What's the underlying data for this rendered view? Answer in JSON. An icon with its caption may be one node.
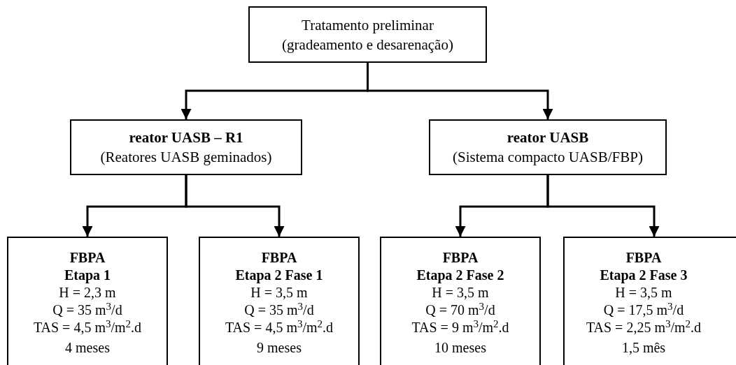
{
  "diagram": {
    "nodes": [
      {
        "text": [
          "Tratamento preliminar (gradeamento e desarenação)"
        ]
      },
      {
        "text": [
          "reator UASB – R1",
          "(Reatores UASB geminados)"
        ]
      },
      {
        "text": [
          "reator UASB",
          "(Sistema compacto UASB/FBP)"
        ]
      },
      {
        "text": [
          "FBPA",
          "Etapa 1",
          "H = 2,3 m",
          "Q = 35 m$^{3}$/d",
          "TAS = 4,5 m$^{3}$/m$^{2}$.d",
          "4 meses"
        ]
      },
      {
        "text": [
          "FBPA",
          "Etapa 2 Fase 1",
          "H = 3,5 m",
          "Q = 35 m$^{3}$/d",
          "TAS = 4,5 m$^{3}$/m$^{2}$.d",
          "9 meses"
        ]
      },
      {
        "text": [
          "FBPA",
          "Etapa 2 Fase 2",
          "H = 3,5 m",
          "Q = 70 m$^{3}$/d",
          "TAS = 9 m$^{3}$/m$^{2}$.d",
          "10 meses"
        ]
      },
      {
        "text": [
          "FBPA",
          "Etapa 2 Fase 3",
          "H = 3,5 m",
          "Q = 17,5 m$^{3}$/d",
          "TAS = 2,25 m$^{3}$/m$^{2}$.d",
          "1,5 mês"
        ]
      }
    ],
    "edges": [
      {
        "from": 0,
        "to": 1,
        "arrow": "to"
      },
      {
        "from": 0,
        "to": 2,
        "arrow": "to"
      },
      {
        "from": 1,
        "to": 3,
        "arrow": "to"
      },
      {
        "from": 1,
        "to": 4,
        "arrow": "to"
      },
      {
        "from": 2,
        "to": 5,
        "arrow": "to"
      },
      {
        "from": 2,
        "to": 6,
        "arrow": "to"
      }
    ]
  }
}
